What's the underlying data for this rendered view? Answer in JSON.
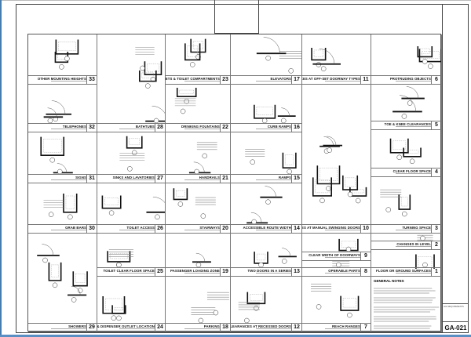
{
  "sheet": {
    "project_title": "ADA REQUIREMENTS",
    "sheet_number": "GA-021"
  },
  "panels": [
    {
      "num": "33",
      "title": "OTHER MOUNTING HEIGHTS"
    },
    {
      "num": "32",
      "title": "TELEPHONES"
    },
    {
      "num": "31",
      "title": "SIGNS"
    },
    {
      "num": "30",
      "title": "GRAB BARS"
    },
    {
      "num": "29",
      "title": "SHOWERS"
    },
    {
      "num": "28",
      "title": "BATHTUBS"
    },
    {
      "num": "27",
      "title": "SINKS AND LAVATORIES"
    },
    {
      "num": "26",
      "title": "TOILET ACCESS"
    },
    {
      "num": "25",
      "title": "TOILET CLEAR FLOOR SPACE"
    },
    {
      "num": "24",
      "title": "TOILET GRAB BARS & DISPENSER OUTLET LOCATION"
    },
    {
      "num": "23",
      "title": "WATER CLOSETS & TOILET COMPARTMENTS"
    },
    {
      "num": "22",
      "title": "DRINKING FOUNTAINS"
    },
    {
      "num": "21",
      "title": "HANDRAILS"
    },
    {
      "num": "20",
      "title": "STAIRWAYS"
    },
    {
      "num": "19",
      "title": "PASSENGER LOADING ZONE"
    },
    {
      "num": "18",
      "title": "PARKING"
    },
    {
      "num": "17",
      "title": "ELEVATORS"
    },
    {
      "num": "16",
      "title": "CURB RAMPS"
    },
    {
      "num": "15",
      "title": "RAMPS"
    },
    {
      "num": "14",
      "title": "ACCESSIBLE ROUTE WIDTH"
    },
    {
      "num": "13",
      "title": "TWO DOORS IN A SERIES"
    },
    {
      "num": "12",
      "title": "CLEARANCES AT RECESSED DOORS"
    },
    {
      "num": "11",
      "title": "CLEARANCES AT OFF-SET DOORWAY TYPES"
    },
    {
      "num": "10",
      "title": "CLEARANCES AT MANUAL SWINGING DOORS"
    },
    {
      "num": "9",
      "title": "CLEAR WIDTH OF DOORWAYS"
    },
    {
      "num": "8",
      "title": "OPERABLE PARTS"
    },
    {
      "num": "7",
      "title": "REACH RANGES"
    },
    {
      "num": "6",
      "title": "PROTRUDING OBJECTS"
    },
    {
      "num": "5",
      "title": "TOE & KNEE CLEARANCES"
    },
    {
      "num": "4",
      "title": "CLEAR FLOOR SPACE"
    },
    {
      "num": "3",
      "title": "TURNING SPACE"
    },
    {
      "num": "2",
      "title": "CHANGES IN LEVEL"
    },
    {
      "num": "1",
      "title": "FLOOR OR GROUND SURFACES"
    }
  ],
  "general_notes": {
    "title": "GENERAL NOTES"
  }
}
